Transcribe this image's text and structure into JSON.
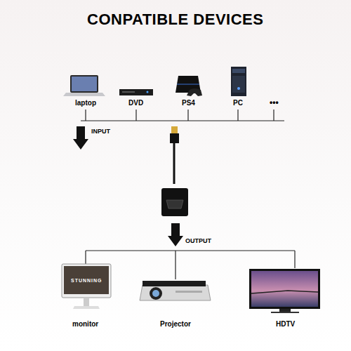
{
  "diagram": {
    "title": "CONPATIBLE DEVICES",
    "labels": [
      "laptop",
      "DVD",
      "PS4",
      "PC",
      "•••",
      "INPUT",
      "OUTPUT",
      "STUNNING",
      "monitor",
      "Projector",
      "HDTV"
    ]
  }
}
